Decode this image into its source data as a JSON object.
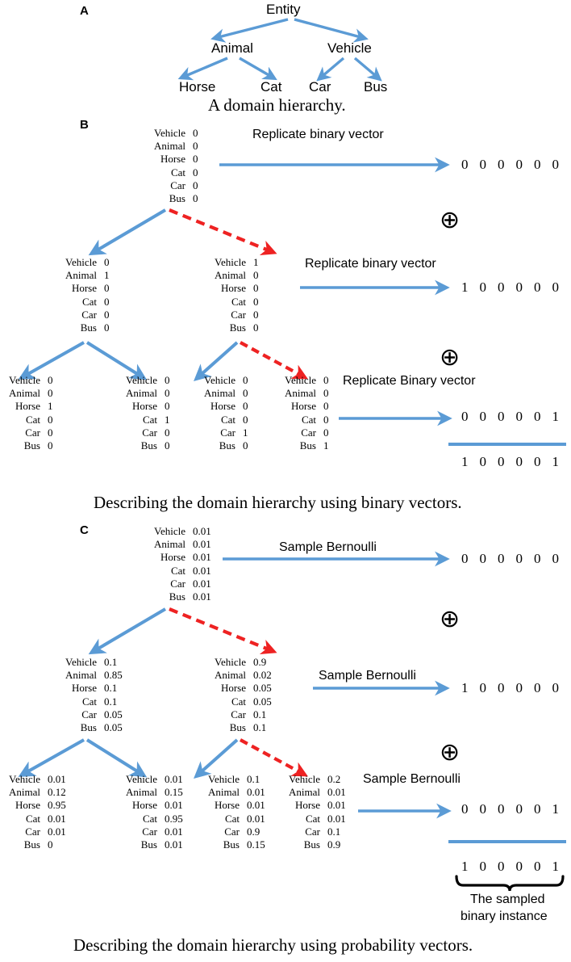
{
  "figure": {
    "panel_a": {
      "letter": "A",
      "caption": "A domain hierarchy.",
      "tree": {
        "root": "Entity",
        "level2": [
          "Animal",
          "Vehicle"
        ],
        "level3": [
          "Horse",
          "Cat",
          "Car",
          "Bus"
        ]
      }
    },
    "panel_b": {
      "letter": "B",
      "caption": "Describing the domain hierarchy using binary vectors.",
      "labels": [
        "Vehicle",
        "Animal",
        "Horse",
        "Cat",
        "Car",
        "Bus"
      ],
      "op_symbol": "⊕",
      "level1": {
        "nodes": [
          {
            "values": [
              "0",
              "0",
              "0",
              "0",
              "0",
              "0"
            ]
          }
        ],
        "action": "Replicate binary vector",
        "output": [
          "0",
          "0",
          "0",
          "0",
          "0",
          "0"
        ]
      },
      "level2": {
        "nodes": [
          {
            "values": [
              "0",
              "1",
              "0",
              "0",
              "0",
              "0"
            ]
          },
          {
            "values": [
              "1",
              "0",
              "0",
              "0",
              "0",
              "0"
            ]
          }
        ],
        "action": "Replicate  binary vector",
        "output": [
          "1",
          "0",
          "0",
          "0",
          "0",
          "0"
        ]
      },
      "level3": {
        "nodes": [
          {
            "values": [
              "0",
              "0",
              "1",
              "0",
              "0",
              "0"
            ]
          },
          {
            "values": [
              "0",
              "0",
              "0",
              "1",
              "0",
              "0"
            ]
          },
          {
            "values": [
              "0",
              "0",
              "0",
              "0",
              "1",
              "0"
            ]
          },
          {
            "values": [
              "0",
              "0",
              "0",
              "0",
              "0",
              "1"
            ]
          }
        ],
        "action": "Replicate Binary  vector",
        "output": [
          "0",
          "0",
          "0",
          "0",
          "0",
          "1"
        ]
      },
      "sum": [
        "1",
        "0",
        "0",
        "0",
        "0",
        "1"
      ]
    },
    "panel_c": {
      "letter": "C",
      "caption": "Describing the domain hierarchy using probability vectors.",
      "labels": [
        "Vehicle",
        "Animal",
        "Horse",
        "Cat",
        "Car",
        "Bus"
      ],
      "op_symbol": "⊕",
      "brace_label_line1": "The sampled",
      "brace_label_line2": "binary instance",
      "level1": {
        "nodes": [
          {
            "values": [
              "0.01",
              "0.01",
              "0.01",
              "0.01",
              "0.01",
              "0.01"
            ]
          }
        ],
        "action": "Sample Bernoulli",
        "output": [
          "0",
          "0",
          "0",
          "0",
          "0",
          "0"
        ]
      },
      "level2": {
        "nodes": [
          {
            "values": [
              "0.1",
              "0.85",
              "0.1",
              "0.1",
              "0.05",
              "0.05"
            ]
          },
          {
            "values": [
              "0.9",
              "0.02",
              "0.05",
              "0.05",
              "0.1",
              "0.1"
            ]
          }
        ],
        "action": "Sample Bernoulli",
        "output": [
          "1",
          "0",
          "0",
          "0",
          "0",
          "0"
        ]
      },
      "level3": {
        "nodes": [
          {
            "values": [
              "0.01",
              "0.12",
              "0.95",
              "0.01",
              "0.01",
              "0"
            ]
          },
          {
            "values": [
              "0.01",
              "0.15",
              "0.01",
              "0.95",
              "0.01",
              "0.01"
            ]
          },
          {
            "values": [
              "0.1",
              "0.01",
              "0.01",
              "0.01",
              "0.9",
              "0.15"
            ]
          },
          {
            "values": [
              "0.2",
              "0.01",
              "0.01",
              "0.01",
              "0.1",
              "0.9"
            ]
          }
        ],
        "action": "Sample Bernoulli",
        "output": [
          "0",
          "0",
          "0",
          "0",
          "0",
          "1"
        ]
      },
      "sum": [
        "1",
        "0",
        "0",
        "0",
        "0",
        "1"
      ]
    },
    "colors": {
      "arrow_blue": "#5B9BD5",
      "arrow_red": "#EE2222",
      "text": "#000000",
      "background": "#FFFFFF"
    }
  }
}
